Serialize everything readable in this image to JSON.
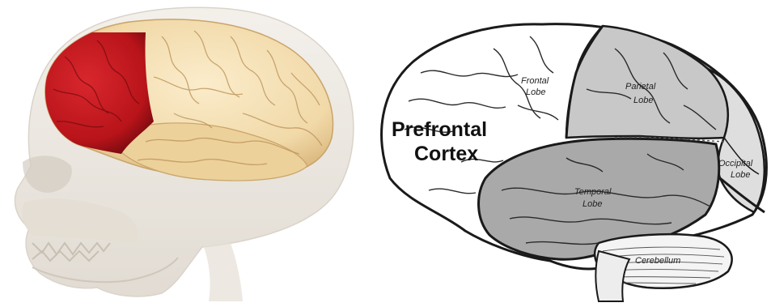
{
  "colors": {
    "prefrontal_highlight": "#b8141a",
    "cortex_cream": "#f1d9a8",
    "skull_translucent": "#e9e3da",
    "diagram_outline": "#1a1a1a",
    "parietal_fill": "#c8c8c8",
    "temporal_fill": "#a9a9a9",
    "occipital_fill": "#dedede",
    "frontal_fill": "#ffffff"
  },
  "labels": {
    "prefrontal_line1": "Prefrontal",
    "prefrontal_line2": "Cortex",
    "frontal_line1": "Frontal",
    "frontal_line2": "Lobe",
    "parietal_line1": "Parietal",
    "parietal_line2": "Lobe",
    "occipital_line1": "Occipital",
    "occipital_line2": "Lobe",
    "temporal_line1": "Temporal",
    "temporal_line2": "Lobe",
    "cerebellum": "Cerebellum"
  }
}
